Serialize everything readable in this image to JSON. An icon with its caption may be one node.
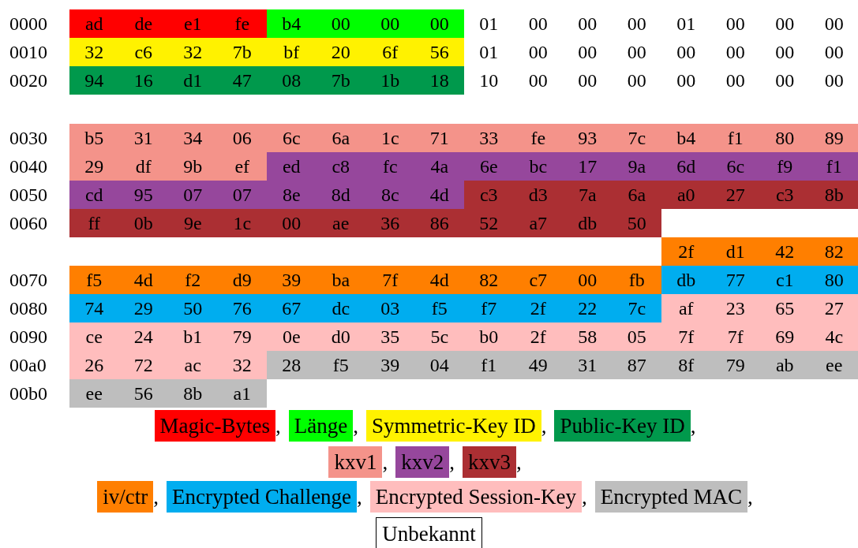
{
  "diagram": {
    "labels": [
      "0000",
      "ad",
      "de",
      "e1",
      "fe",
      "b4",
      "00",
      "00",
      "00",
      "01",
      "00",
      "00",
      "00",
      "01",
      "00",
      "00",
      "00",
      "0010",
      "32",
      "c6",
      "32",
      "7b",
      "bf",
      "20",
      "6f",
      "56",
      "01",
      "00",
      "00",
      "00",
      "00",
      "00",
      "00",
      "00",
      "0020",
      "94",
      "16",
      "d1",
      "47",
      "08",
      "7b",
      "1b",
      "18",
      "10",
      "00",
      "00",
      "00",
      "00",
      "00",
      "00",
      "00",
      "0030",
      "b5",
      "31",
      "34",
      "06",
      "6c",
      "6a",
      "1c",
      "71",
      "33",
      "fe",
      "93",
      "7c",
      "b4",
      "f1",
      "80",
      "89",
      "0040",
      "29",
      "df",
      "9b",
      "ef",
      "ed",
      "c8",
      "fc",
      "4a",
      "6e",
      "bc",
      "17",
      "9a",
      "6d",
      "6c",
      "f9",
      "f1",
      "0050",
      "cd",
      "95",
      "07",
      "07",
      "8e",
      "8d",
      "8c",
      "4d",
      "c3",
      "d3",
      "7a",
      "6a",
      "a0",
      "27",
      "c3",
      "8b",
      "0060",
      "ff",
      "0b",
      "9e",
      "1c",
      "00",
      "ae",
      "36",
      "86",
      "52",
      "a7",
      "db",
      "50",
      "2f",
      "d1",
      "42",
      "82",
      "0070",
      "f5",
      "4d",
      "f2",
      "d9",
      "39",
      "ba",
      "7f",
      "4d",
      "82",
      "c7",
      "00",
      "fb",
      "db",
      "77",
      "c1",
      "80",
      "0080",
      "74",
      "29",
      "50",
      "76",
      "67",
      "dc",
      "03",
      "f5",
      "f7",
      "2f",
      "22",
      "7c",
      "af",
      "23",
      "65",
      "27",
      "0090",
      "ce",
      "24",
      "b1",
      "79",
      "0e",
      "d0",
      "35",
      "5c",
      "b0",
      "2f",
      "58",
      "05",
      "7f",
      "7f",
      "69",
      "4c",
      "00a0",
      "26",
      "72",
      "ac",
      "32",
      "28",
      "f5",
      "39",
      "04",
      "f1",
      "49",
      "31",
      "87",
      "8f",
      "79",
      "ab",
      "ee",
      "00b0",
      "ee",
      "56",
      "8b",
      "a1",
      ",",
      ",",
      ",",
      ",",
      ",",
      ",",
      ",",
      ",",
      ",",
      ",",
      ","
    ],
    "legend": [
      {
        "text": "Magic-Bytes",
        "color": "#ff0000"
      },
      {
        "text": "Länge",
        "color": "#00ff00"
      },
      {
        "text": "Symmetric-Key ID",
        "color": "#fff200"
      },
      {
        "text": "Public-Key ID",
        "color": "#00994c"
      },
      {
        "text": "kxv1",
        "color": "#f4938a"
      },
      {
        "text": "kxv2",
        "color": "#96479c"
      },
      {
        "text": "kxv3",
        "color": "#ab2f33"
      },
      {
        "text": "iv/ctr",
        "color": "#ff7f00"
      },
      {
        "text": "Encrypted Challenge",
        "color": "#00adef"
      },
      {
        "text": "Encrypted Session-Key",
        "color": "#ffbdbd"
      },
      {
        "text": "Encrypted MAC",
        "color": "#bebebe"
      },
      {
        "text": "Unbekannt",
        "color": "#ffffff"
      }
    ]
  }
}
